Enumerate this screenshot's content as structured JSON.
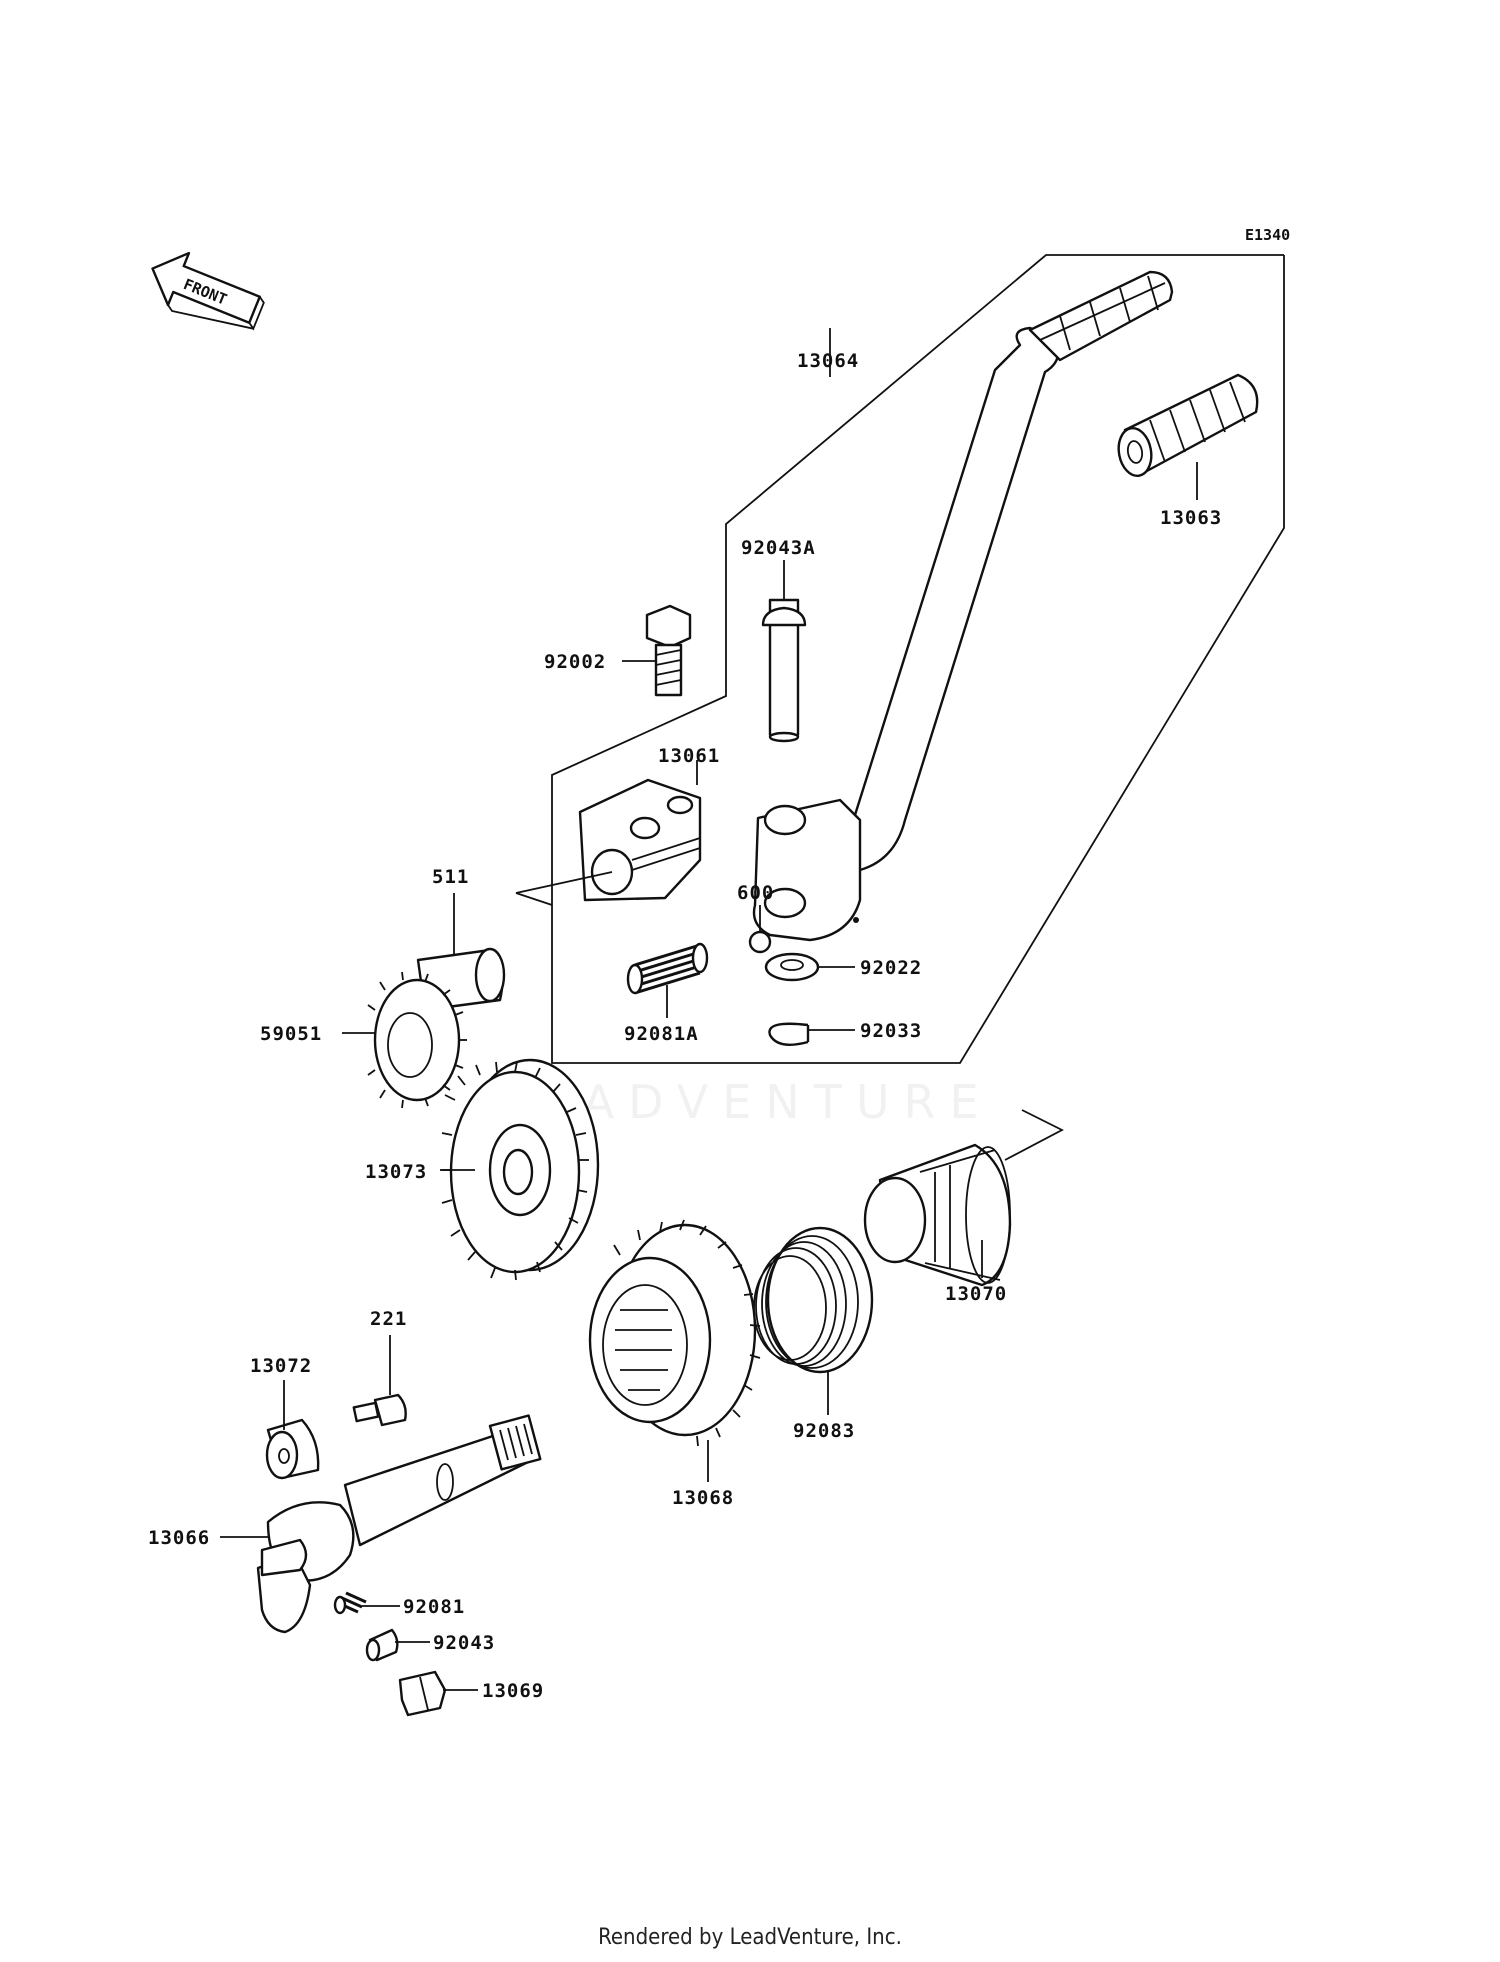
{
  "diagram_code": "E1340",
  "front_label": "FRONT",
  "watermark": "LEADVENTURE",
  "footer": "Rendered by LeadVenture, Inc.",
  "parts": {
    "p13064": "13064",
    "p13063": "13063",
    "p92043A": "92043A",
    "p92002": "92002",
    "p13061": "13061",
    "p511": "511",
    "p600": "600",
    "p92022": "92022",
    "p59051": "59051",
    "p92081A": "92081A",
    "p92033": "92033",
    "p13073": "13073",
    "p13070": "13070",
    "p221": "221",
    "p13072": "13072",
    "p92083": "92083",
    "p13068": "13068",
    "p13066": "13066",
    "p92081": "92081",
    "p92043": "92043",
    "p13069": "13069"
  }
}
